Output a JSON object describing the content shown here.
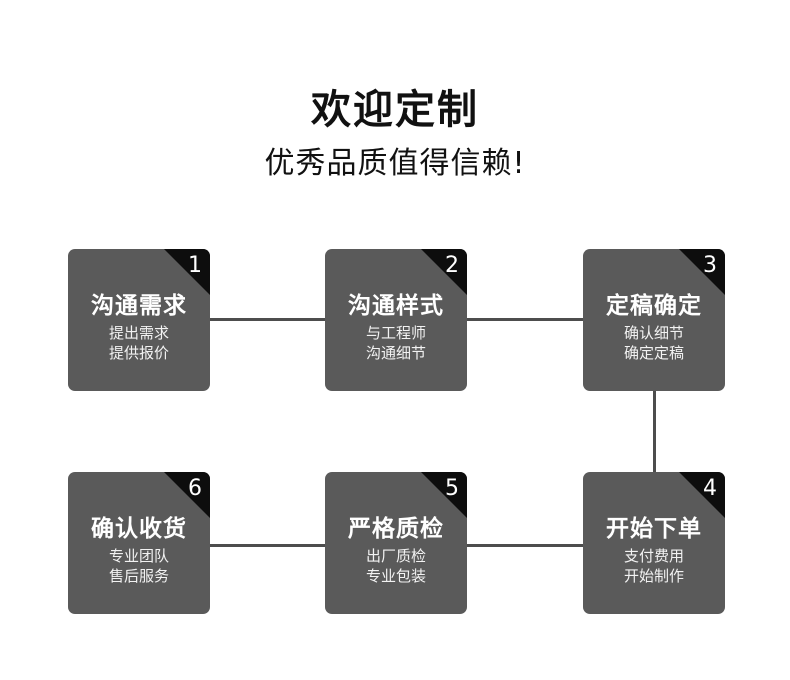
{
  "header": {
    "title": "欢迎定制",
    "subtitle": "优秀品质值得信赖!"
  },
  "steps": [
    {
      "number": "1",
      "title": "沟通需求",
      "lines": [
        "提出需求",
        "提供报价"
      ]
    },
    {
      "number": "2",
      "title": "沟通样式",
      "lines": [
        "与工程师",
        "沟通细节"
      ]
    },
    {
      "number": "3",
      "title": "定稿确定",
      "lines": [
        "确认细节",
        "确定定稿"
      ]
    },
    {
      "number": "4",
      "title": "开始下单",
      "lines": [
        "支付费用",
        "开始制作"
      ]
    },
    {
      "number": "5",
      "title": "严格质检",
      "lines": [
        "出厂质检",
        "专业包装"
      ]
    },
    {
      "number": "6",
      "title": "确认收货",
      "lines": [
        "专业团队",
        "售后服务"
      ]
    }
  ],
  "colors": {
    "card": "#5a5a5a",
    "corner": "#0d0d0d",
    "connector": "#4d4d4d",
    "text": "#ffffff",
    "heading": "#111111"
  }
}
